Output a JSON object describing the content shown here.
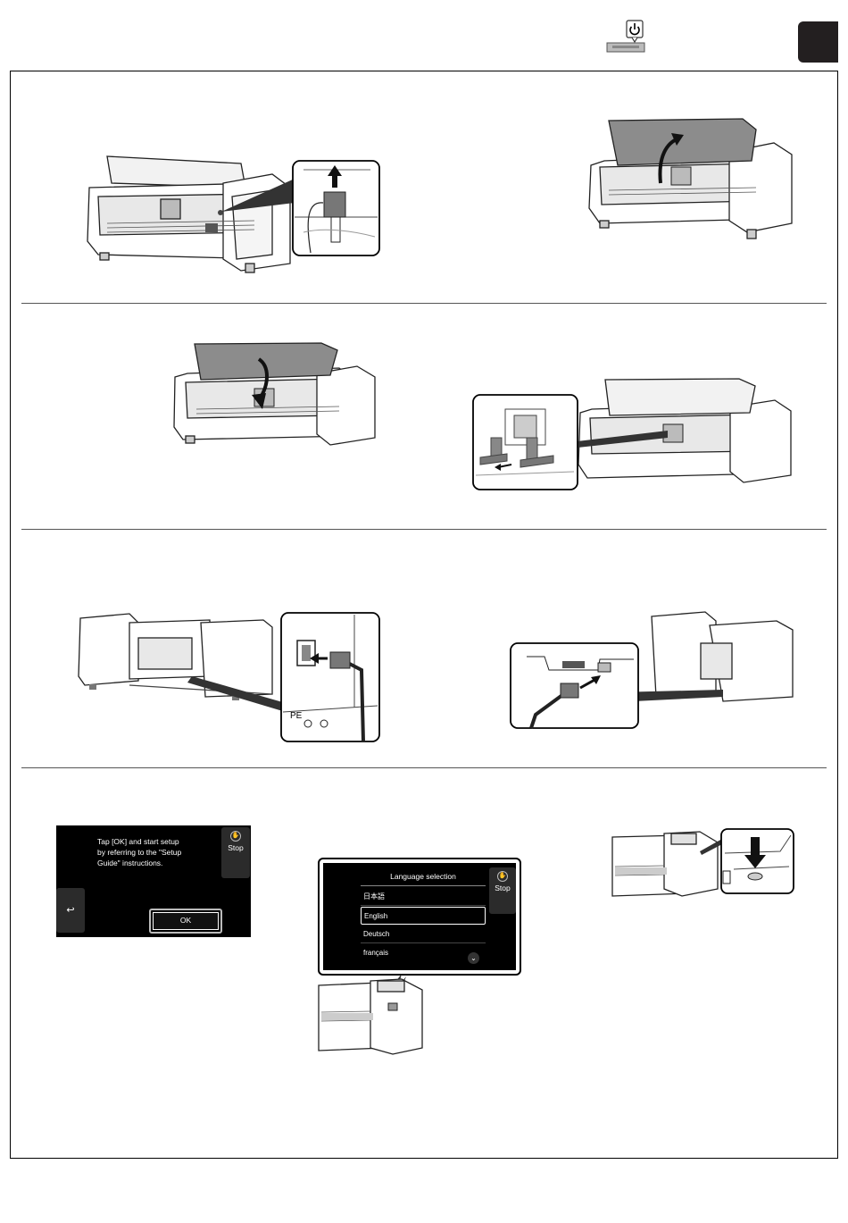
{
  "page": {
    "power_icon": "power-icon",
    "tab_color": "#231f20"
  },
  "screen1": {
    "message": "Tap [OK] and start setup\nby referring to the \"Setup\nGuide\" instructions.",
    "stop_label": "Stop",
    "back_icon": "back-arrow-icon",
    "ok_label": "OK"
  },
  "screen2": {
    "title": "Language selection",
    "stop_label": "Stop",
    "options": [
      "日本語",
      "English",
      "Deutsch",
      "français"
    ],
    "selected": "English",
    "scroll_icon": "chevron-down-icon"
  },
  "panel_labels": {
    "pe": "PE"
  }
}
